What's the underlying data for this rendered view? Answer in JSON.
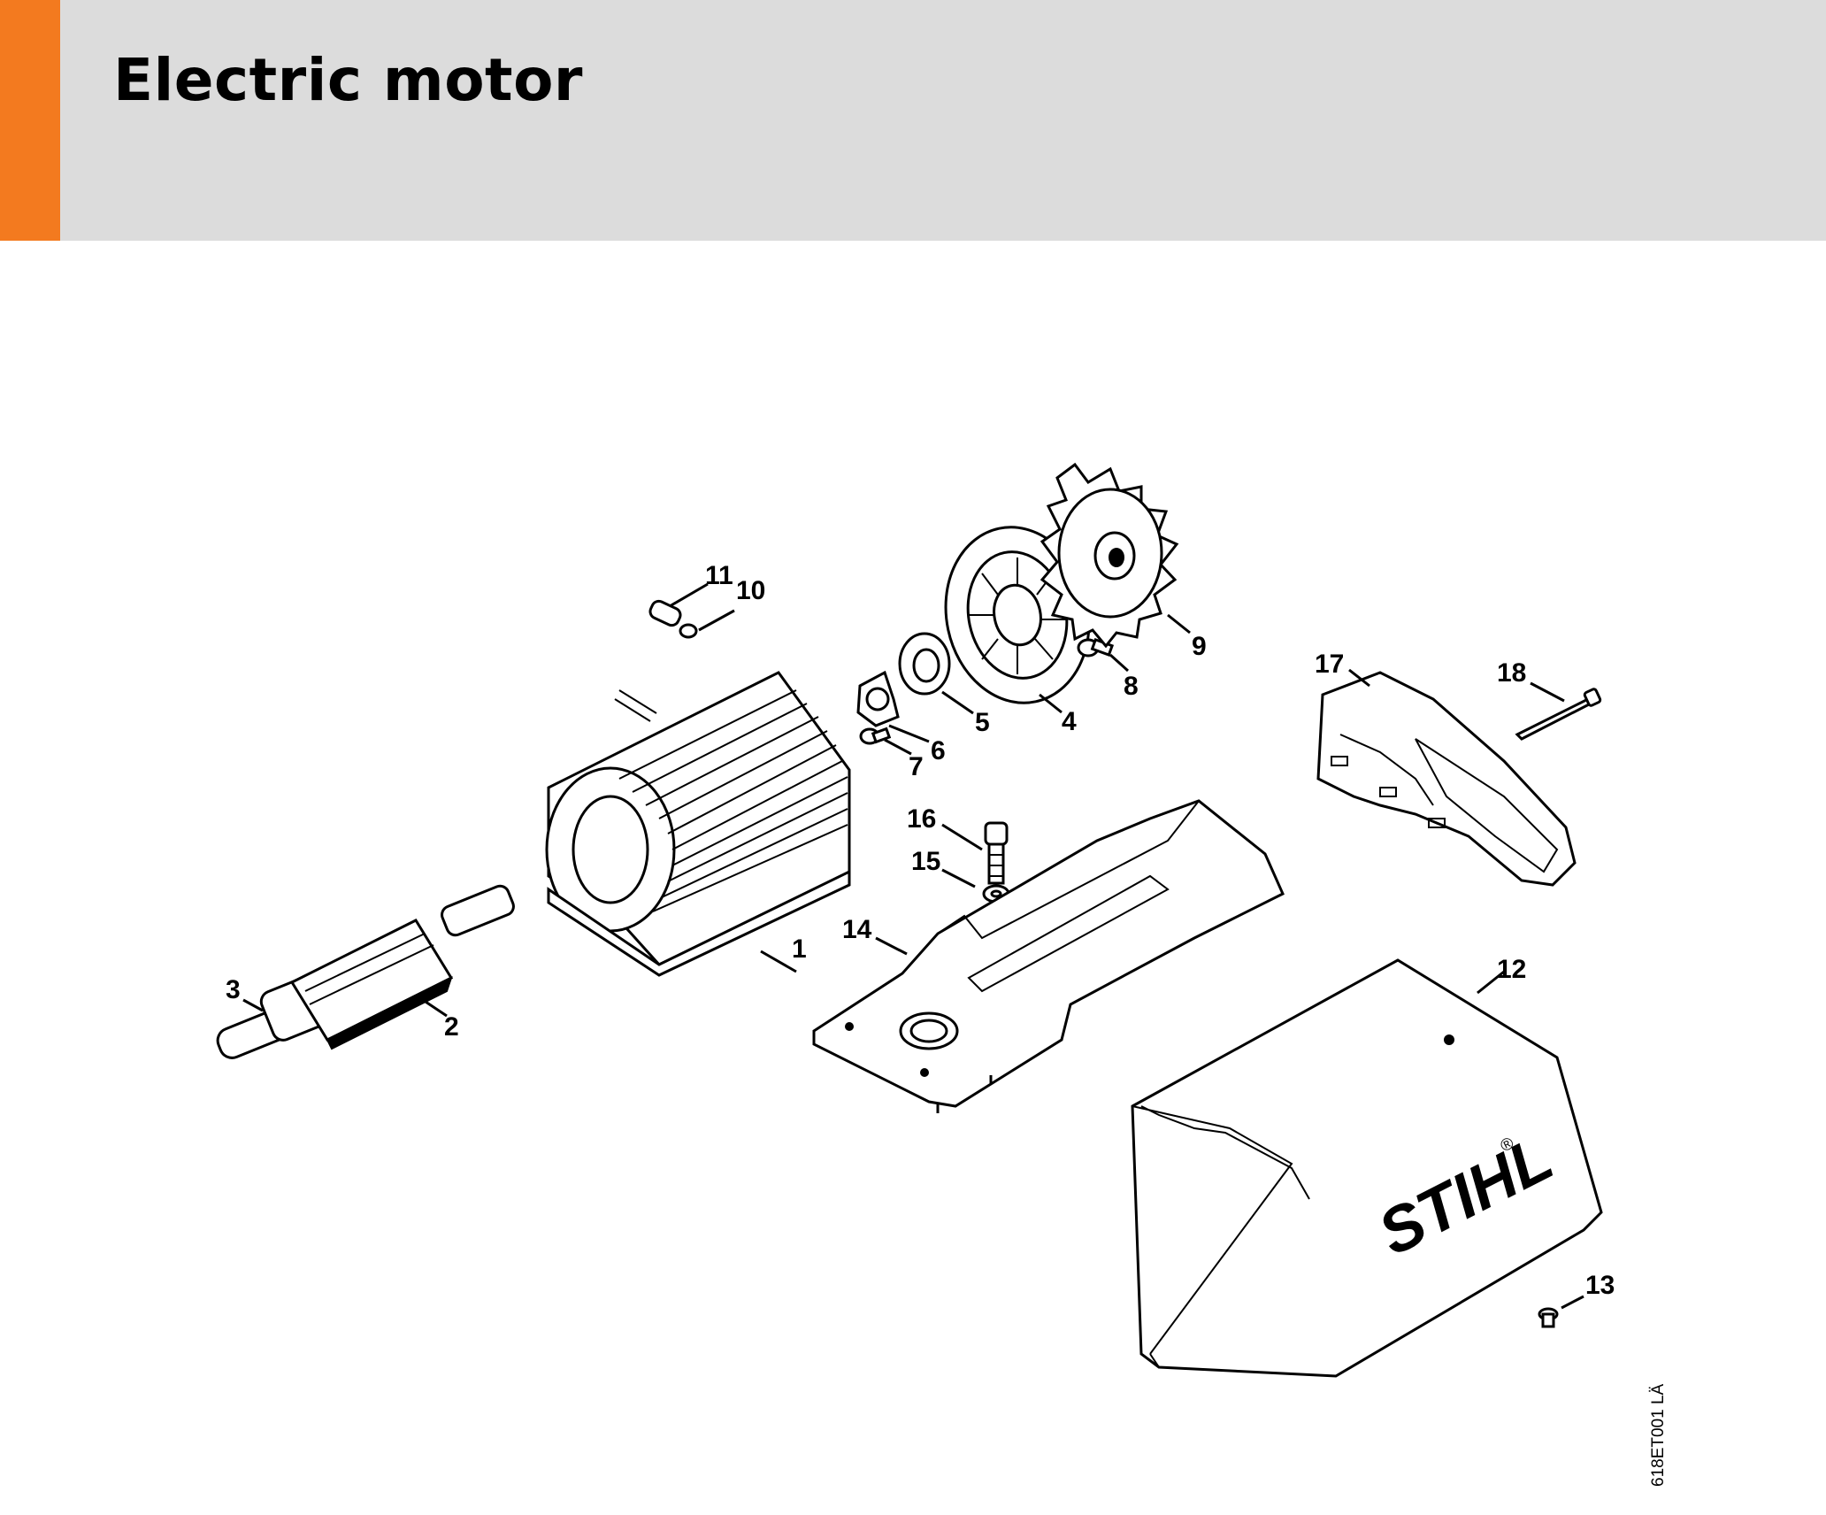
{
  "header": {
    "title": "Electric motor",
    "accent_color": "#f37a1f",
    "background_color": "#dcdcdc"
  },
  "diagram": {
    "reference_code": "618ET001 LÄ",
    "brand_text": "STIHL",
    "brand_mark": "®",
    "parts": [
      {
        "id": "1",
        "label": "1"
      },
      {
        "id": "2",
        "label": "2"
      },
      {
        "id": "3",
        "label": "3"
      },
      {
        "id": "4",
        "label": "4"
      },
      {
        "id": "5",
        "label": "5"
      },
      {
        "id": "6",
        "label": "6"
      },
      {
        "id": "7",
        "label": "7"
      },
      {
        "id": "8",
        "label": "8"
      },
      {
        "id": "9",
        "label": "9"
      },
      {
        "id": "10",
        "label": "10"
      },
      {
        "id": "11",
        "label": "11"
      },
      {
        "id": "12",
        "label": "12"
      },
      {
        "id": "13",
        "label": "13"
      },
      {
        "id": "14",
        "label": "14"
      },
      {
        "id": "15",
        "label": "15"
      },
      {
        "id": "16",
        "label": "16"
      },
      {
        "id": "17",
        "label": "17"
      },
      {
        "id": "18",
        "label": "18"
      }
    ]
  }
}
